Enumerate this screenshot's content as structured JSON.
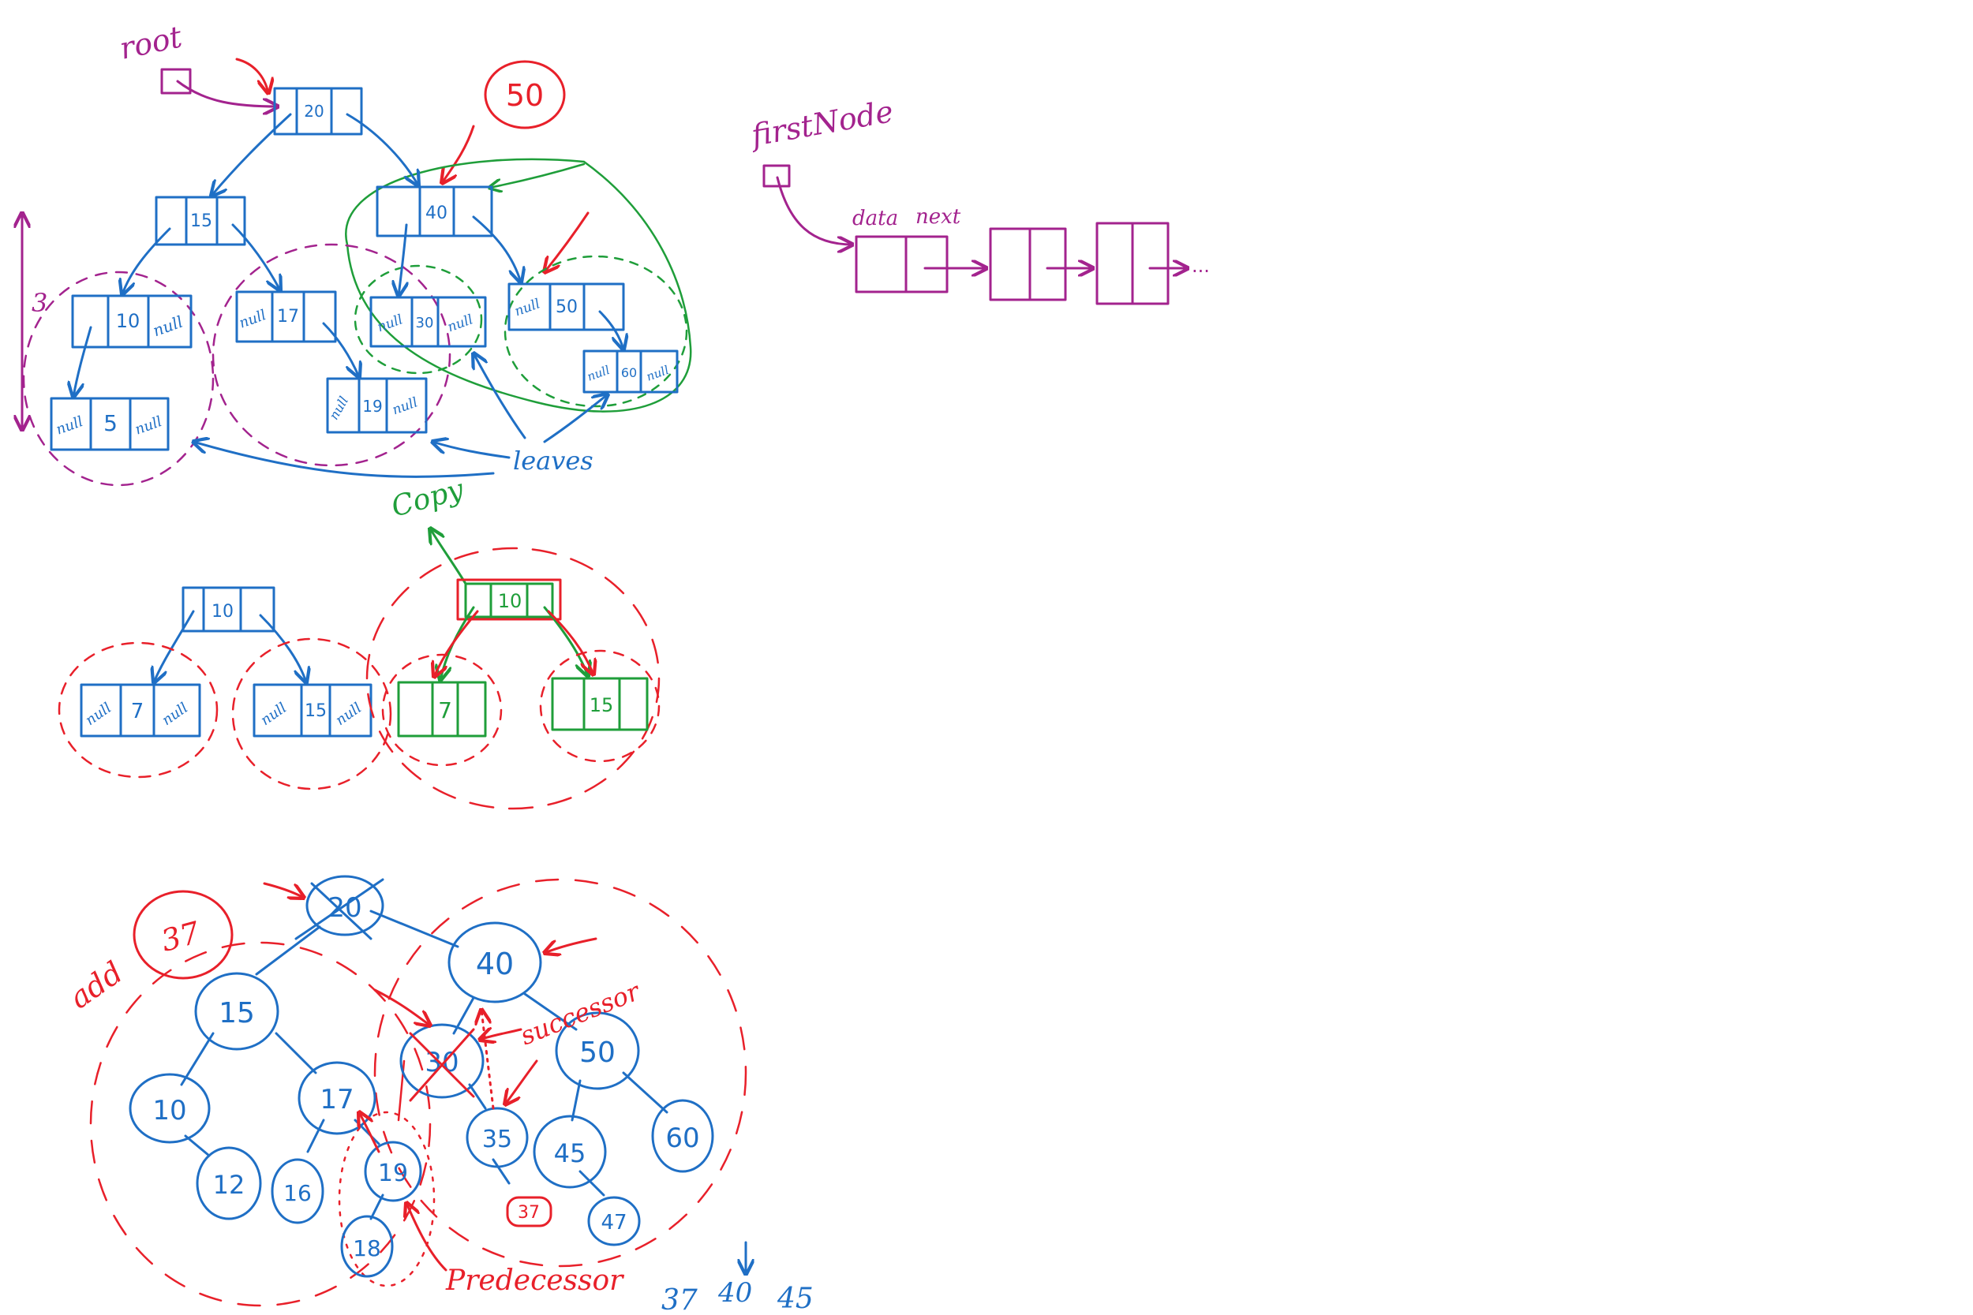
{
  "colors": {
    "blue": "#1f6fc5",
    "purple": "#a3238e",
    "red": "#e8202a",
    "green": "#1f9e3a"
  },
  "top_tree": {
    "root_label": "root",
    "height_label": "3",
    "target_label": "50",
    "leaves_label": "leaves",
    "nodes": {
      "n20": "20",
      "n15": "15",
      "n40": "40",
      "n10": "10",
      "n17": "17",
      "n30": "30",
      "n50": "50",
      "n5": "5",
      "n19": "19",
      "n60": "60"
    },
    "null_text": "null"
  },
  "linked_list": {
    "label": "firstNode",
    "data_label": "data",
    "next_label": "next",
    "ellipsis": "..."
  },
  "copy_section": {
    "copy_label": "Copy",
    "original": {
      "root": "10",
      "left": "7",
      "right": "15"
    },
    "copy": {
      "root": "10",
      "left": "7",
      "right": "15"
    }
  },
  "bst": {
    "add_label": "add",
    "added_value": "37",
    "successor_label": "successor",
    "predecessor_label": "Predecessor",
    "nodes": {
      "n20": "20",
      "n40": "40",
      "n15": "15",
      "n30": "30",
      "n50": "50",
      "n10": "10",
      "n17": "17",
      "n35": "35",
      "n45": "45",
      "n60": "60",
      "n12": "12",
      "n16": "16",
      "n19": "19",
      "n18": "18",
      "n47": "47",
      "n37": "37"
    },
    "sequence": [
      "37",
      "40",
      "45"
    ]
  }
}
